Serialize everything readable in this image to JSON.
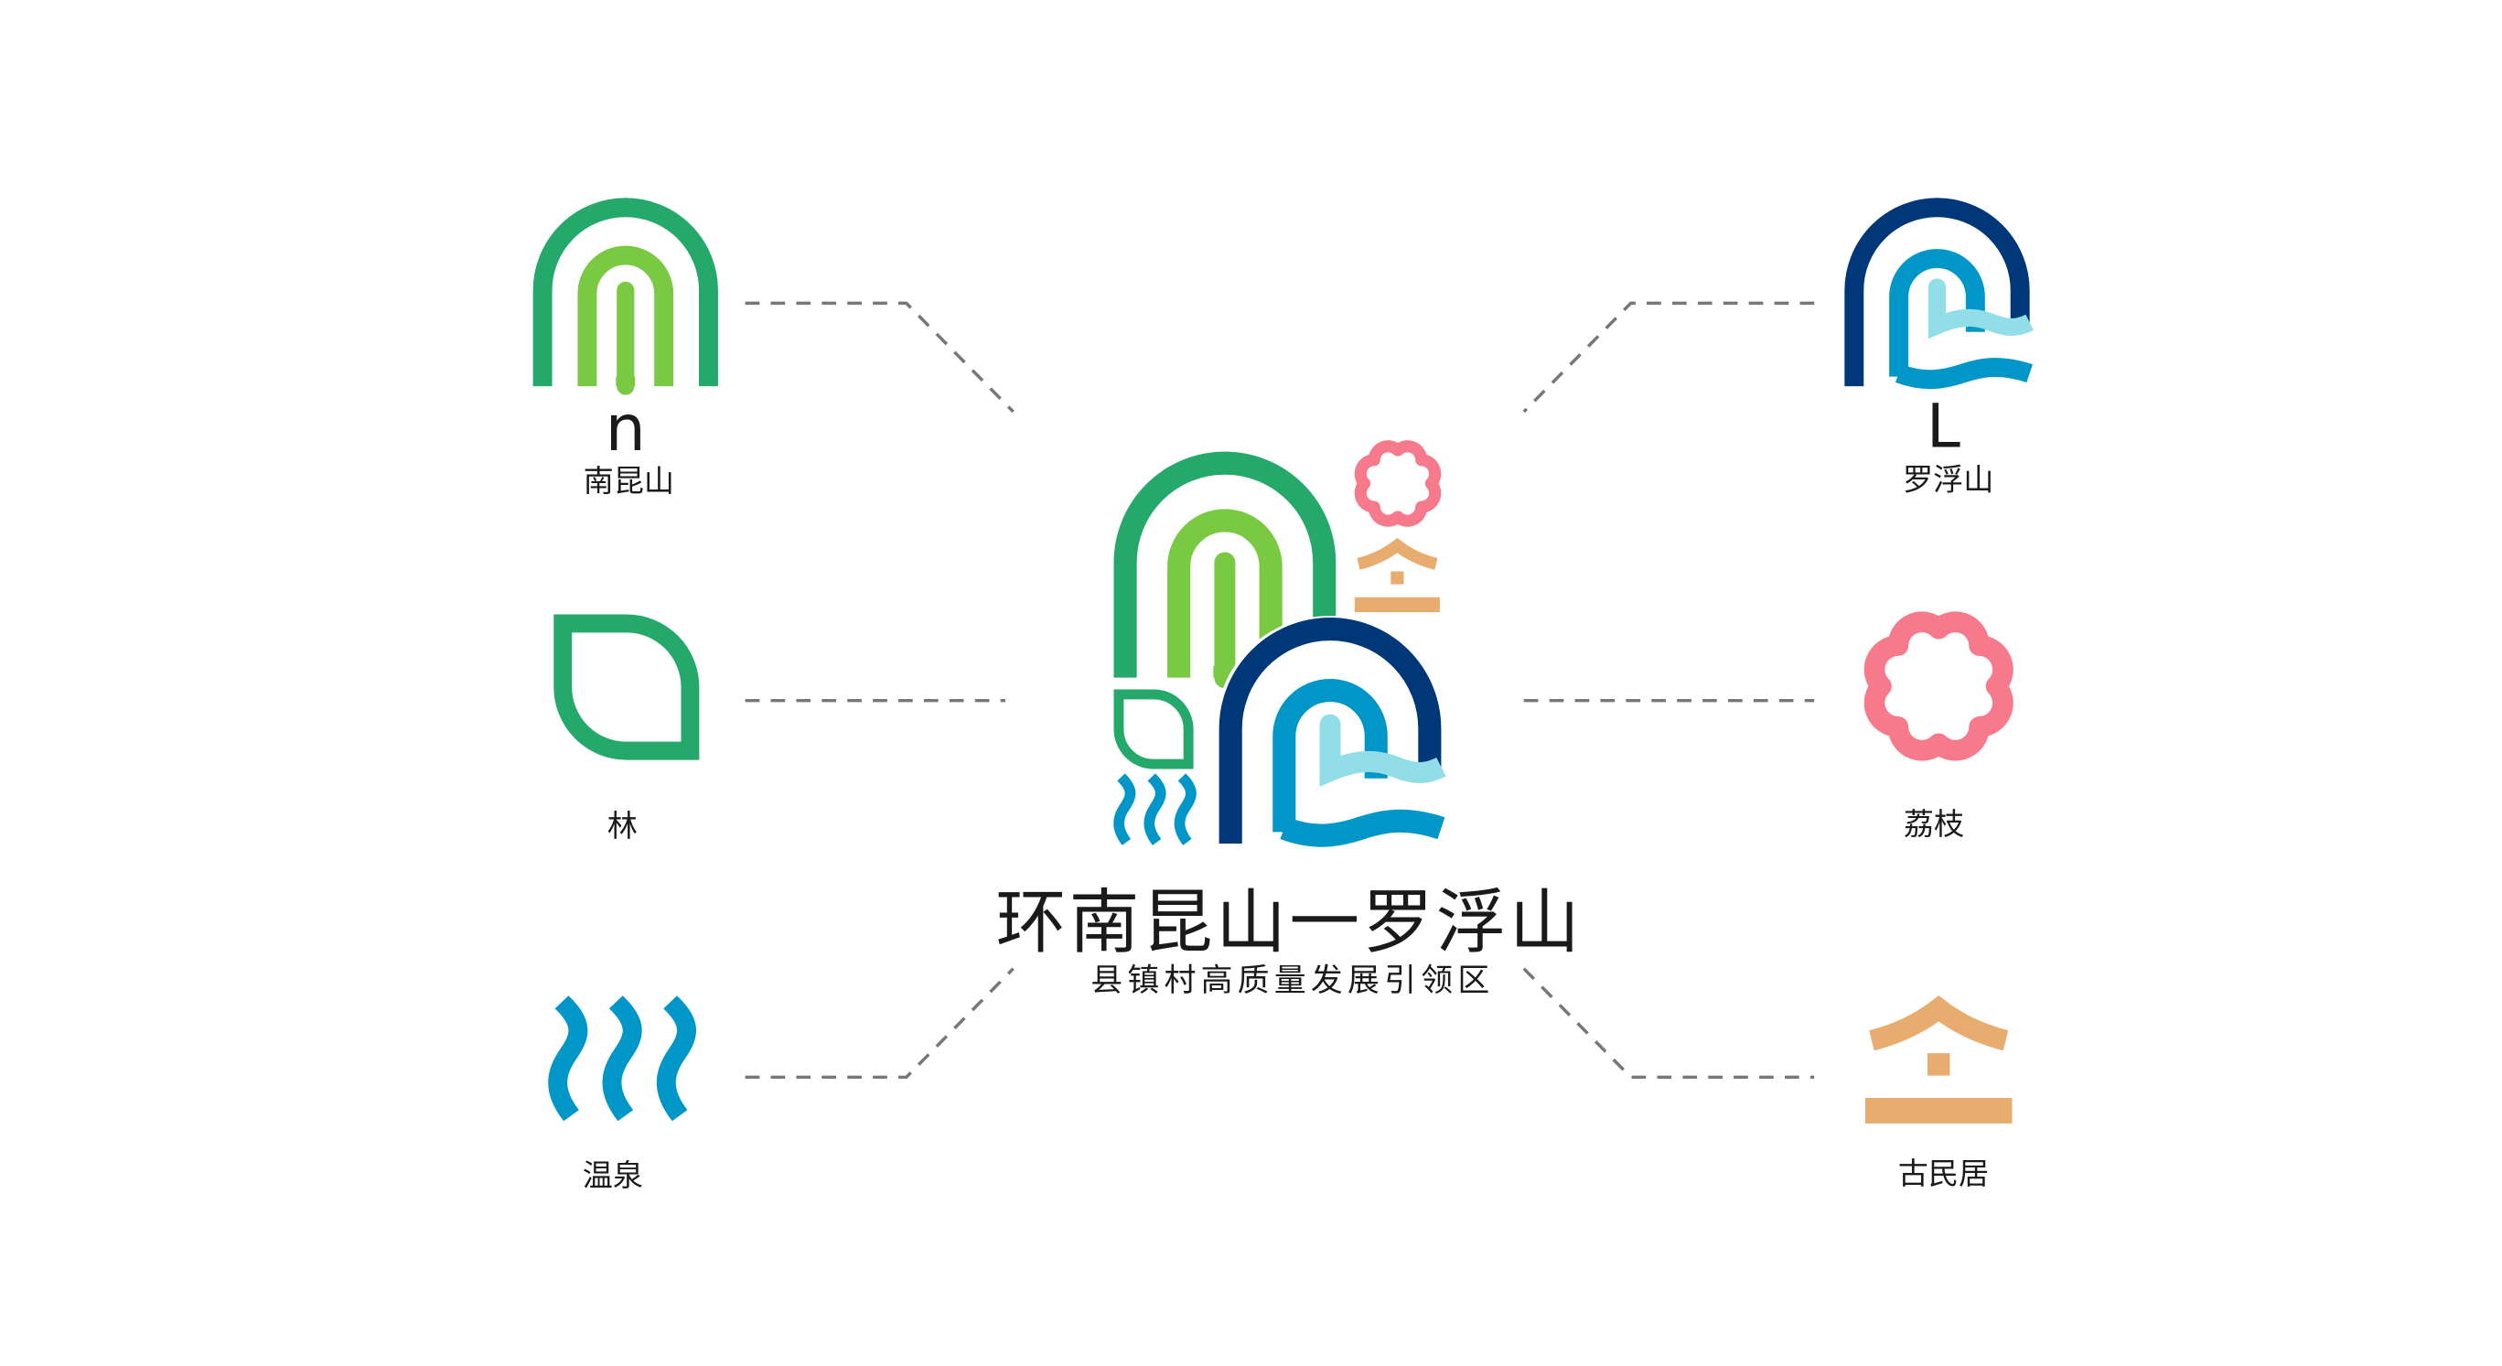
{
  "title": "环南昆山一罗浮山",
  "subtitle": "县镇村高质量发展引领区",
  "elements": [
    {
      "key": "nankunshan",
      "letter": "n",
      "label": "南昆山"
    },
    {
      "key": "forest",
      "label": "林"
    },
    {
      "key": "hotspring",
      "label": "温泉"
    },
    {
      "key": "luofushan",
      "letter": "L",
      "label": "罗浮山"
    },
    {
      "key": "lychee",
      "label": "荔枝"
    },
    {
      "key": "old_dwelling",
      "label": "古民居"
    }
  ],
  "colors": {
    "green": "#25A96B",
    "light_green": "#7AC943",
    "dark_blue": "#003778",
    "blue": "#0096C8",
    "light_blue": "#91DDE8",
    "pink": "#F77A8C",
    "tan": "#E8AC6E",
    "connector": "#777777"
  }
}
